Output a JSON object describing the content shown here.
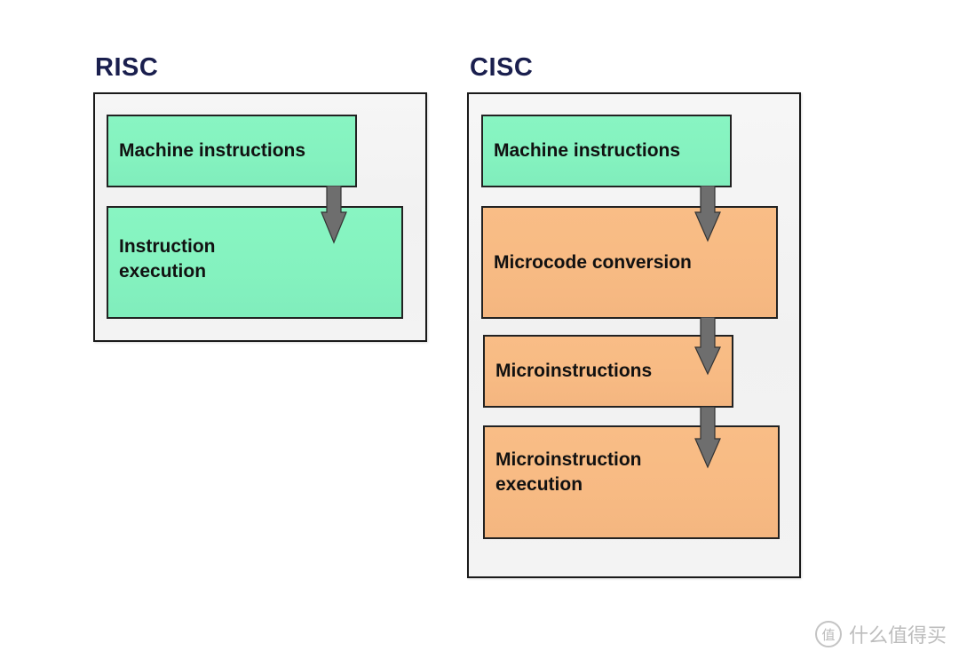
{
  "risc": {
    "title": "RISC",
    "steps": [
      {
        "label": "Machine instructions",
        "color": "#86f3c0"
      },
      {
        "label": "Instruction\nexecution",
        "color": "#86f3c0"
      }
    ]
  },
  "cisc": {
    "title": "CISC",
    "steps": [
      {
        "label": "Machine instructions",
        "color": "#86f3c0"
      },
      {
        "label": "Microcode conversion",
        "color": "#f8bb84"
      },
      {
        "label": "Microinstructions",
        "color": "#f8bb84"
      },
      {
        "label": "Microinstruction\nexecution",
        "color": "#f8bb84"
      }
    ]
  },
  "colors": {
    "title": "#1a1f4e",
    "arrow": "#6e6e6e",
    "green": "#86f3c0",
    "orange": "#f8bb84"
  },
  "watermark": {
    "logo_glyph": "值",
    "text": "什么值得买"
  }
}
